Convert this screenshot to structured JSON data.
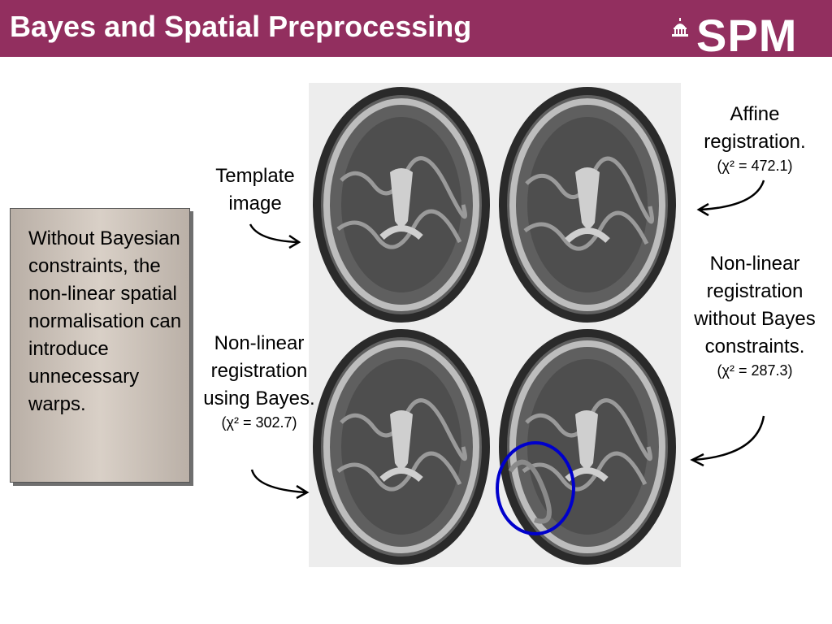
{
  "header": {
    "title": "Bayes and Spatial Preprocessing",
    "logo": "SPM",
    "logo_icon": "capitol-building-icon",
    "background": "#922f5f"
  },
  "sidebox": {
    "text": "Without Bayesian constraints, the non-linear spatial normalisation can introduce unnecessary warps."
  },
  "labels": {
    "template": "Template image",
    "affine_title": "Affine registration.",
    "affine_chi": "(χ² = 472.1)",
    "bayes_title": "Non-linear registration using Bayes.",
    "bayes_chi": "(χ² = 302.7)",
    "nobayes_title": "Non-linear registration without Bayes constraints.",
    "nobayes_chi": "(χ² = 287.3)"
  },
  "colors": {
    "highlight_ellipse": "#0000cc",
    "sidebox_fill": "#d9d0c7"
  }
}
